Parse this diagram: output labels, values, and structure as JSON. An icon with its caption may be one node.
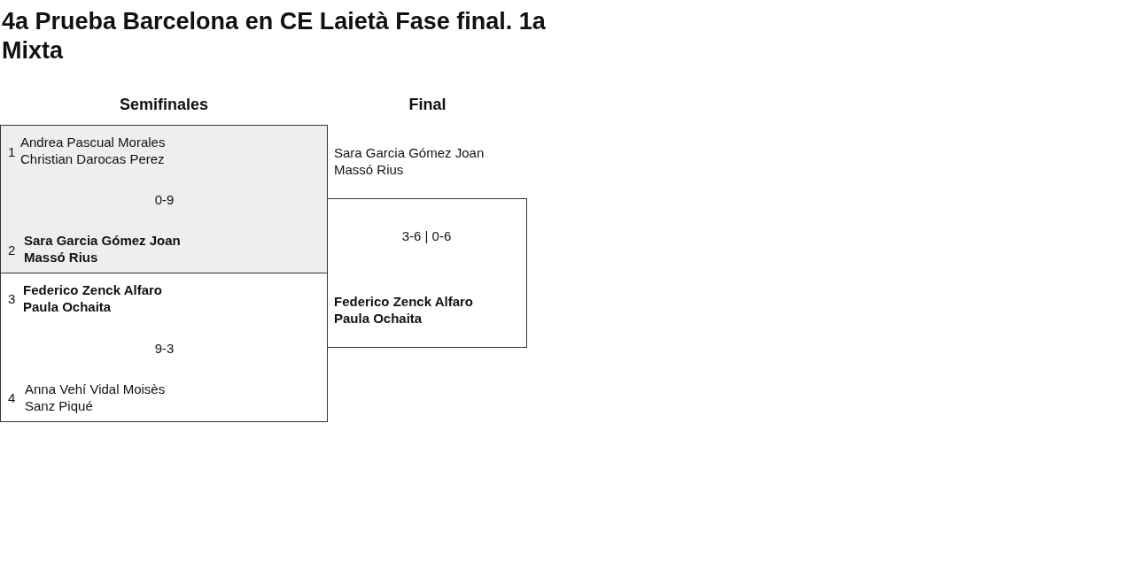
{
  "diagram": {
    "title": "4a Prueba Barcelona en CE Laietà Fase final. 1a Mixta",
    "nodes": [
      {
        "text": [
          "1",
          "Andrea Pascual Morales Christian Darocas Perez",
          "0-9",
          "2",
          "Sara Garcia Gómez Joan Massó Rius"
        ]
      },
      {
        "text": [
          "3",
          "Federico Zenck Alfaro Paula Ochaita",
          "9-3",
          "4",
          "Anna Vehí Vidal Moisès Sanz Piqué"
        ]
      },
      {
        "text": [
          "Sara Garcia Gómez Joan Massó Rius",
          "3-6 | 0-6",
          "Federico Zenck Alfaro Paula Ochaita"
        ]
      }
    ],
    "labels": [
      "Semifinales",
      "Final"
    ]
  }
}
